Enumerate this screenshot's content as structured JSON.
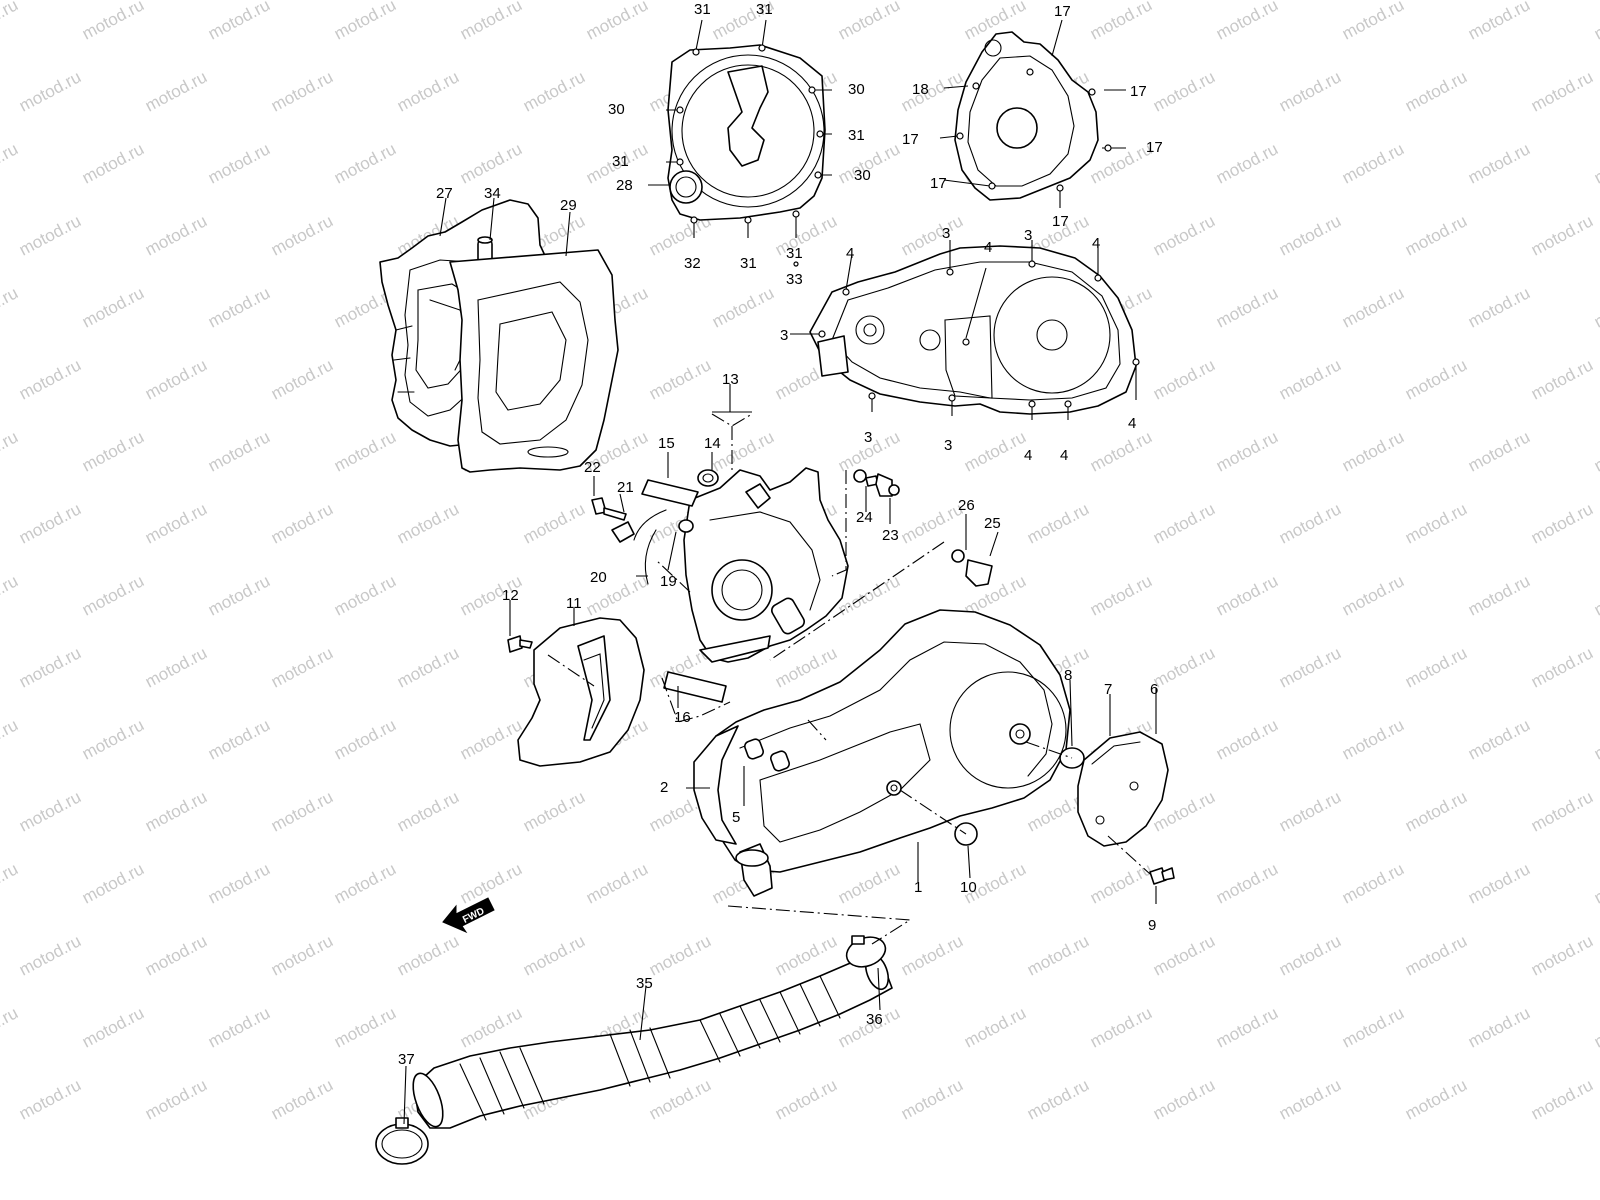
{
  "watermark": {
    "text": "motod.ru",
    "color": "#c8c8c8"
  },
  "direction_marker": {
    "text": "FWD",
    "icon": "forward-arrow-icon"
  },
  "part_numbers": [
    "1",
    "2",
    "3",
    "4",
    "5",
    "6",
    "7",
    "8",
    "9",
    "10",
    "11",
    "12",
    "13",
    "14",
    "15",
    "16",
    "17",
    "18",
    "19",
    "20",
    "21",
    "22",
    "23",
    "24",
    "25",
    "26",
    "27",
    "28",
    "29",
    "30",
    "31",
    "32",
    "33",
    "34",
    "35",
    "36",
    "37"
  ],
  "parts": [
    {
      "name": "crankcase-cover",
      "callouts": [
        "27"
      ]
    },
    {
      "name": "oil-filler-stud",
      "callouts": [
        "34"
      ]
    },
    {
      "name": "crankcase-cover-gasket",
      "callouts": [
        "29"
      ]
    },
    {
      "name": "magneto-cover-gasket",
      "callouts": [
        "30",
        "31",
        "32",
        "33",
        "28"
      ]
    },
    {
      "name": "generator-cover-gasket",
      "callouts": [
        "17",
        "18"
      ]
    },
    {
      "name": "clutch-cover-gasket",
      "callouts": [
        "3",
        "4"
      ]
    },
    {
      "name": "clutch-housing",
      "callouts": [
        "13",
        "14",
        "15",
        "19",
        "20",
        "21",
        "22",
        "23",
        "24"
      ]
    },
    {
      "name": "inner-guide-plate",
      "callouts": [
        "11",
        "12",
        "16"
      ]
    },
    {
      "name": "outer-cover",
      "callouts": [
        "1",
        "2",
        "5",
        "8",
        "10",
        "25",
        "26"
      ]
    },
    {
      "name": "cap-cover",
      "callouts": [
        "6",
        "7",
        "9"
      ]
    },
    {
      "name": "intake-duct",
      "callouts": [
        "35",
        "36",
        "37"
      ]
    }
  ]
}
